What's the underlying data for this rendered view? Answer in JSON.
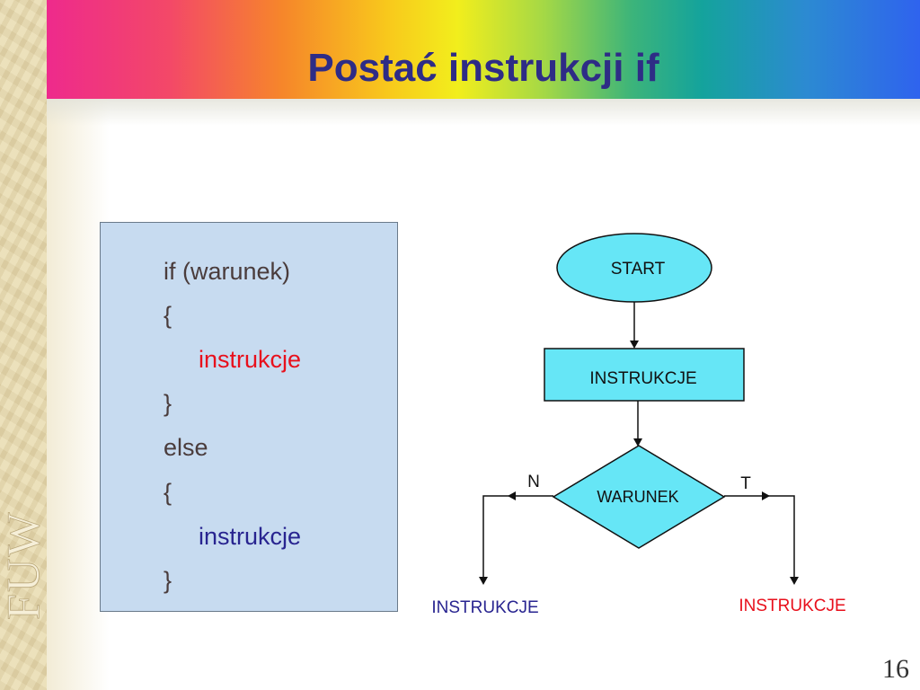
{
  "slide": {
    "title": "Postać instrukcji if",
    "page_number": "16",
    "logo_text": "FUW"
  },
  "code": {
    "lines": [
      "if (warunek)",
      "{",
      "instrukcje",
      "}",
      "else",
      "{",
      "instrukcje",
      "}"
    ]
  },
  "flowchart": {
    "start": "START",
    "process": "INSTRUKCJE",
    "decision": "WARUNEK",
    "no_label": "N",
    "yes_label": "T",
    "left_output": "INSTRUKCJE",
    "right_output": "INSTRUKCJE"
  },
  "colors": {
    "title": "#2e2c86",
    "shape_fill": "#66e6f6",
    "code_bg": "#c7dbf0",
    "red_text": "#e8101c",
    "blue_text": "#282490"
  }
}
